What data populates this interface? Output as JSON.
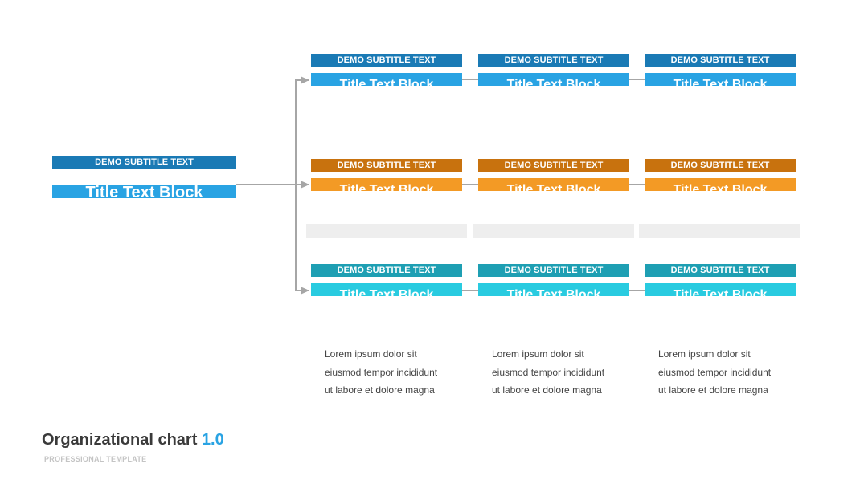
{
  "colors": {
    "blue_dark": "#1a7ab5",
    "blue_light": "#29a3e3",
    "orange_dark": "#c8720e",
    "orange_light": "#f39a25",
    "teal_dark": "#1e9fb3",
    "teal_light": "#29cbe0",
    "connector": "#a6a6a6",
    "row_separator": "#eeeeee"
  },
  "root": {
    "subtitle": "DEMO SUBTITLE TEXT",
    "title": "Title Text Block"
  },
  "rows": [
    {
      "color": "blue",
      "nodes": [
        {
          "subtitle": "DEMO SUBTITLE TEXT",
          "title": "Title Text Block"
        },
        {
          "subtitle": "DEMO SUBTITLE TEXT",
          "title": "Title Text Block"
        },
        {
          "subtitle": "DEMO SUBTITLE TEXT",
          "title": "Title Text Block"
        }
      ]
    },
    {
      "color": "orange",
      "nodes": [
        {
          "subtitle": "DEMO SUBTITLE TEXT",
          "title": "Title Text Block"
        },
        {
          "subtitle": "DEMO SUBTITLE TEXT",
          "title": "Title Text Block"
        },
        {
          "subtitle": "DEMO SUBTITLE TEXT",
          "title": "Title Text Block"
        }
      ]
    },
    {
      "color": "teal",
      "nodes": [
        {
          "subtitle": "DEMO SUBTITLE TEXT",
          "title": "Title Text Block"
        },
        {
          "subtitle": "DEMO SUBTITLE TEXT",
          "title": "Title Text Block"
        },
        {
          "subtitle": "DEMO SUBTITLE TEXT",
          "title": "Title Text Block"
        }
      ]
    }
  ],
  "descriptions": [
    "Lorem ipsum dolor sit eiusmod tempor incididunt ut labore et dolore magna",
    "Lorem ipsum dolor sit eiusmod tempor incididunt ut labore et dolore magna",
    "Lorem ipsum dolor sit eiusmod tempor incididunt ut labore et dolore magna"
  ],
  "footer": {
    "title": "Organizational chart",
    "version": "1.0",
    "subtitle": "PROFESSIONAL TEMPLATE"
  }
}
